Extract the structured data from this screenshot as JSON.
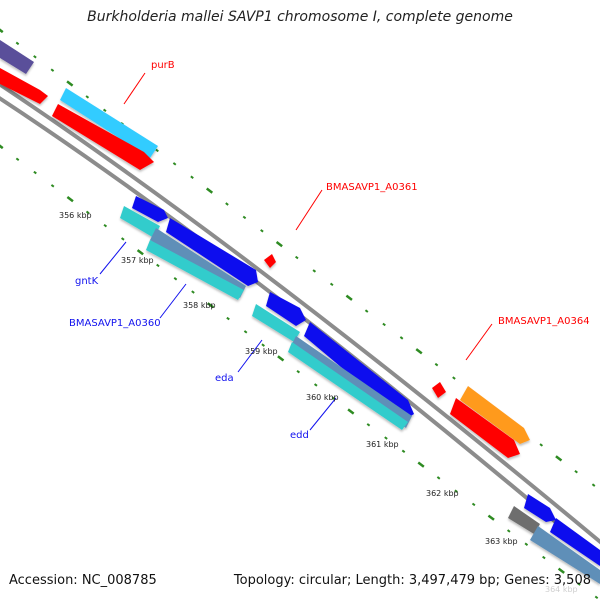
{
  "title": "Burkholderia mallei SAVP1 chromosome I, complete genome",
  "footer": {
    "accession": "Accession: NC_008785",
    "stats": "Topology: circular; Length: 3,497,479 bp; Genes: 3,508"
  },
  "colors": {
    "backbone": "#8c8c8c",
    "tick": "#2e8b22",
    "red": "#ff0000",
    "blue": "#1111ee",
    "cyan": "#33cccc",
    "steel": "#5f8fb8",
    "lightblue": "#33ccff",
    "purple": "#5a4f9a",
    "orange": "#ff9a1f",
    "grey": "#6e6e6e"
  },
  "scale_labels": [
    "356 kbp",
    "357 kbp",
    "358 kbp",
    "359 kbp",
    "360 kbp",
    "361 kbp",
    "362 kbp",
    "363 kbp",
    "364 kbp"
  ],
  "gene_labels": {
    "purB": "purB",
    "a0361": "BMASAVP1_A0361",
    "a0364": "BMASAVP1_A0364",
    "gntK": "gntK",
    "a0360": "BMASAVP1_A0360",
    "eda": "eda",
    "edd": "edd"
  },
  "icons": [
    "leader-line",
    "gene-arrow"
  ]
}
